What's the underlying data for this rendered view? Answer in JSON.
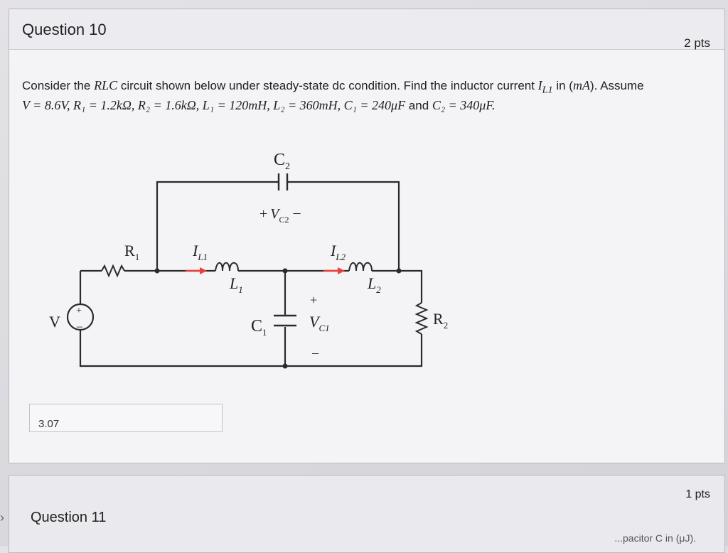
{
  "question": {
    "title": "Question 10",
    "points": "2 pts",
    "intro_1": "Consider the ",
    "intro_rlc": "RLC",
    "intro_2": " circuit shown below under steady-state dc condition. Find the inductor current ",
    "intro_var": "I",
    "intro_var_sub": "L1",
    "intro_3": " in (",
    "intro_unit": "mA",
    "intro_4": "). Assume",
    "params_main": "V = 8.6V, R₁ = 1.2kΩ, R₂ = 1.6kΩ, L₁ = 120mH, L₂ = 360mH, C₁ = 240μF",
    "params_and": " and ",
    "params_last": "C₂ = 340μF."
  },
  "circuit": {
    "C2": "C",
    "C2_sub": "2",
    "VC2_plus": "+",
    "VC2": "V",
    "VC2_sub": "C2",
    "VC2_minus": "–",
    "R1": "R",
    "R1_sub": "1",
    "IL1": "I",
    "IL1_sub": "L1",
    "L1": "L",
    "L1_sub": "1",
    "IL2": "I",
    "IL2_sub": "L2",
    "L2": "L",
    "L2_sub": "2",
    "VC1_plus": "+",
    "VC1": "V",
    "VC1_sub": "C1",
    "VC1_minus": "–",
    "C1": "C",
    "C1_sub": "1",
    "R2": "R",
    "R2_sub": "2",
    "V": "V",
    "src_plus": "+",
    "src_minus": "–"
  },
  "answer": {
    "value": "3.07"
  },
  "next_question": {
    "title": "Question 11",
    "points": "1 pts",
    "snippet": "...pacitor C in (μJ)."
  },
  "nav": {
    "caret": "›"
  },
  "colors": {
    "arrow": "#e8403a",
    "wire": "#2a2a2a"
  }
}
